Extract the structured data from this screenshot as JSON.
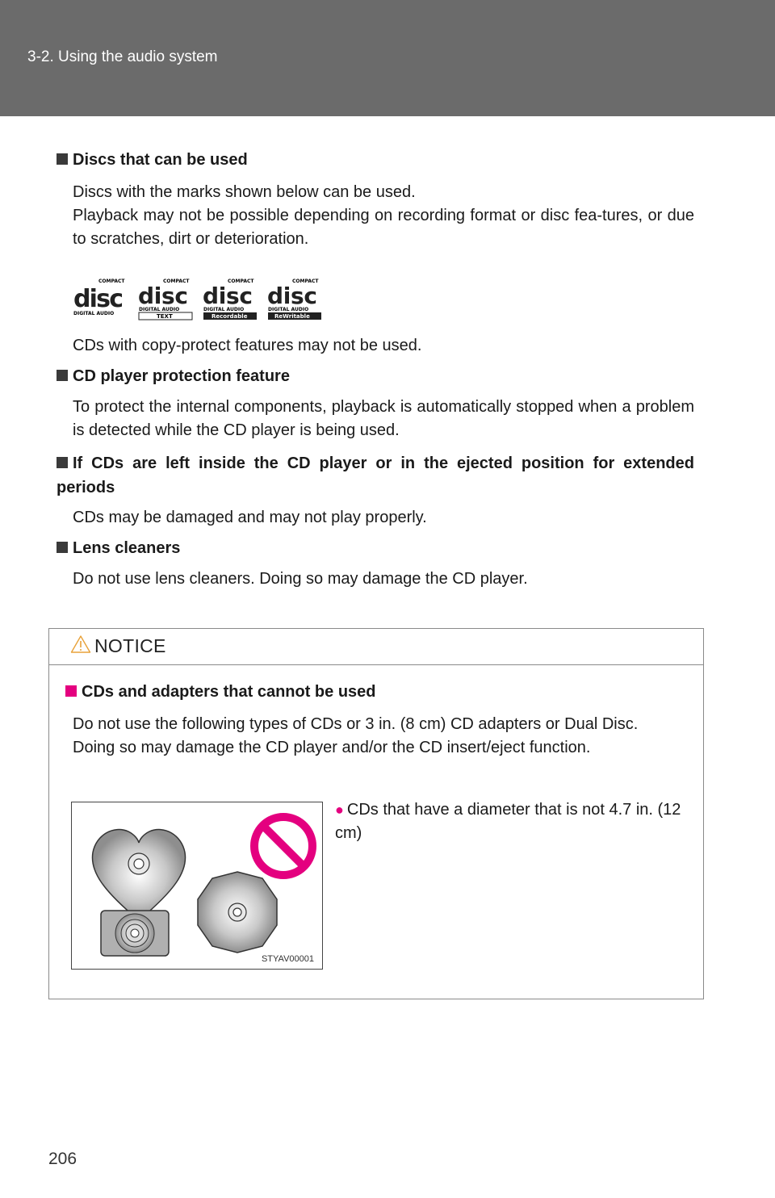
{
  "header": {
    "section": "3-2. Using the audio system"
  },
  "sections": [
    {
      "heading": "Discs that can be used",
      "body": [
        "Discs with the marks shown below can be used.",
        "Playback may not be possible depending on recording format or disc fea-tures, or due to scratches, dirt or deterioration."
      ]
    },
    {
      "note": "CDs with copy-protect features may not be used."
    },
    {
      "heading": "CD player protection feature",
      "body": [
        "To protect the internal components, playback is automatically stopped when a problem is detected while the CD player is being used."
      ]
    },
    {
      "heading": "If CDs are left inside the CD player or in the ejected position for extended periods",
      "body": [
        "CDs may be damaged and may not play properly."
      ]
    },
    {
      "heading": "Lens cleaners",
      "body": [
        "Do not use lens cleaners. Doing so may damage the CD player."
      ]
    }
  ],
  "disc_logos": [
    {
      "top": "COMPACT",
      "big": "disc",
      "sub": "DIGITAL AUDIO",
      "variant": ""
    },
    {
      "top": "COMPACT",
      "big": "disc",
      "sub": "DIGITAL AUDIO",
      "variant": "TEXT"
    },
    {
      "top": "COMPACT",
      "big": "disc",
      "sub": "DIGITAL AUDIO",
      "variant": "Recordable"
    },
    {
      "top": "COMPACT",
      "big": "disc",
      "sub": "DIGITAL AUDIO",
      "variant": "ReWritable"
    }
  ],
  "notice": {
    "title": "NOTICE",
    "heading": "CDs and adapters that cannot be used",
    "body": [
      "Do not use the following types of CDs or 3 in. (8 cm) CD adapters or Dual Disc.",
      "Doing so may damage the CD player and/or the CD insert/eject function."
    ],
    "bullet": "CDs that have a diameter that is not 4.7 in. (12 cm)",
    "figure_code": "STYAV00001"
  },
  "colors": {
    "header_bg": "#6b6b6b",
    "accent": "#e4007f"
  },
  "page_number": "206"
}
